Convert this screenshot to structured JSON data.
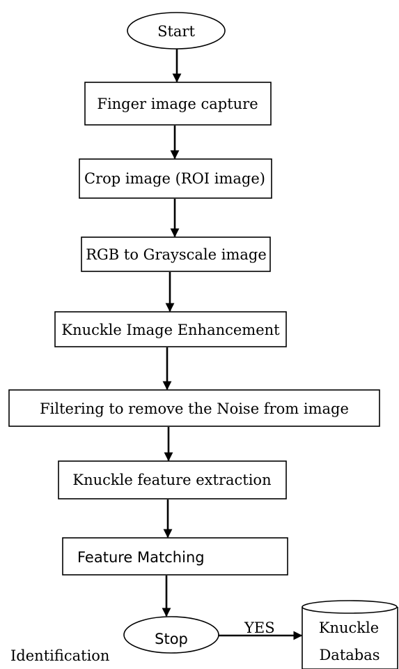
{
  "diagram": {
    "start_label": "Start",
    "steps": [
      "Finger image capture",
      "Crop image (ROI image)",
      "RGB to Grayscale image",
      "Knuckle Image Enhancement",
      "Filtering to remove the Noise from image",
      "Knuckle feature extraction",
      "Feature Matching"
    ],
    "stop_label": "Stop",
    "yes_label": "YES",
    "identification_label": "Identification",
    "database_label_line1": "Knuckle",
    "database_label_line2": "Databas"
  }
}
